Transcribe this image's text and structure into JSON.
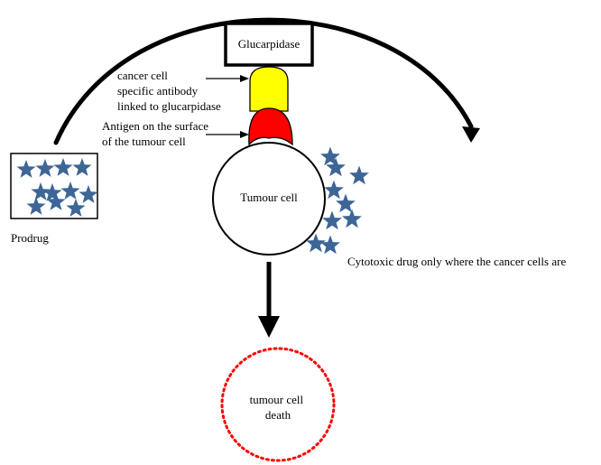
{
  "enzyme_box": {
    "label": "Glucarpidase"
  },
  "antibody_label": [
    "cancer cell",
    "specific antibody",
    "linked to glucarpidase"
  ],
  "antigen_label": [
    "Antigen on the surface",
    "of the tumour cell"
  ],
  "tumour_cell": {
    "label": "Tumour cell"
  },
  "prodrug": {
    "label": "Prodrug"
  },
  "cytotoxic_label": "Cytotoxic drug only where the cancer cells are",
  "death": {
    "label_lines": [
      "tumour cell",
      "death"
    ]
  },
  "colors": {
    "antibody": "#ffff00",
    "antigen": "#ff0000",
    "drug_star": "#3d6596",
    "death_outline": "#ff0000",
    "stroke": "#000000"
  },
  "icons": {
    "star": "star-icon",
    "arrow": "arrowhead-icon"
  }
}
